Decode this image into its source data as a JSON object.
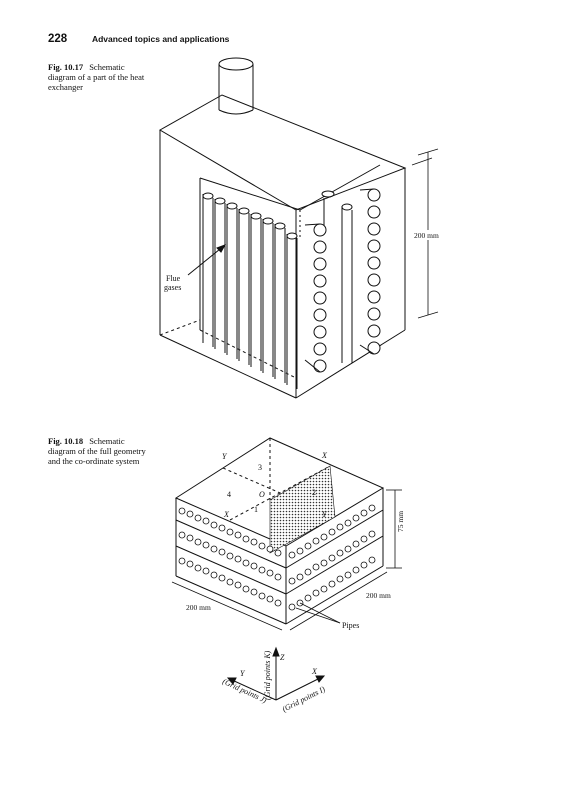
{
  "header": {
    "page_number": "228",
    "running_title": "Advanced topics and applications"
  },
  "figure_17": {
    "number": "Fig. 10.17",
    "caption": "Schematic diagram of a part of the heat exchanger",
    "labels": {
      "flue_gases_1": "Flue",
      "flue_gases_2": "gases",
      "dimension": "200 mm"
    }
  },
  "figure_18": {
    "number": "Fig. 10.18",
    "caption": "Schematic diagram of the full geometry and the co-ordinate system",
    "labels": {
      "face_1": "1",
      "face_2": "2",
      "face_3": "3",
      "face_4": "4",
      "origin": "O",
      "x_top": "X",
      "y_top": "Y",
      "x_front": "X",
      "y_front": "Y",
      "height": "75 mm",
      "width_left": "200 mm",
      "width_right": "200 mm",
      "pipes": "Pipes"
    },
    "axes": {
      "z_label": "Z",
      "z_grid": "(Grid points K)",
      "y_label": "Y",
      "y_grid": "(Grid points J)",
      "x_label": "X",
      "x_grid": "(Grid points I)"
    }
  }
}
